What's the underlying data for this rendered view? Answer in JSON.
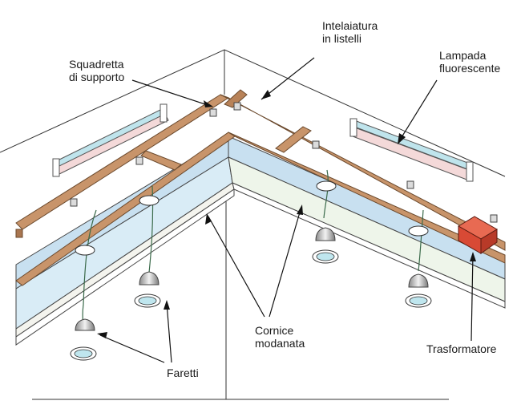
{
  "labels": {
    "frame": [
      "Intelaiatura",
      "in listelli"
    ],
    "bracket": [
      "Squadretta",
      "di supporto"
    ],
    "lamp": [
      "Lampada",
      "fluorescente"
    ],
    "transformer": "Trasformatore",
    "cornice": [
      "Cornice",
      "modanata"
    ],
    "spots": "Faretti"
  },
  "colors": {
    "wood": "#c8946a",
    "wood_edge": "#6b4a2e",
    "cornice_face": "#c8e0f0",
    "cornice_top": "#f2f6f2",
    "wall": "#ffffff",
    "ceiling": "#fafafa",
    "lamp_body": "#f4d9d9",
    "lamp_tube": "#bfe4ec",
    "transformer": "#d84a35",
    "spot_metal": "#cfcfcf",
    "glass": "#bfe6ee"
  }
}
